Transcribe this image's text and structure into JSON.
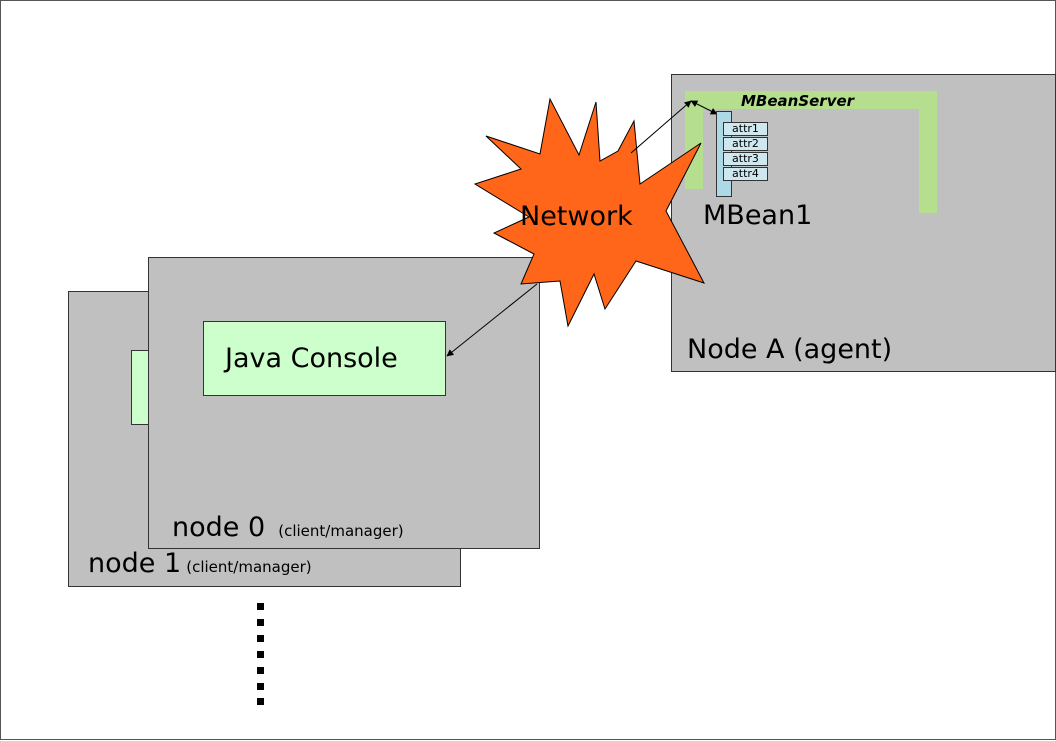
{
  "nodes": {
    "node1": {
      "name": "node 1",
      "role": "(client/manager)"
    },
    "node0": {
      "name": "node 0",
      "role": "(client/manager)"
    },
    "nodeA": {
      "name": "Node A (agent)"
    }
  },
  "java_console": {
    "label": "Java Console"
  },
  "network": {
    "label": "Network"
  },
  "mbean_server": {
    "label": "MBeanServer"
  },
  "mbean": {
    "label": "MBean1",
    "attributes": [
      "attr1",
      "attr2",
      "attr3",
      "attr4"
    ]
  },
  "colors": {
    "node": "#c0c0c0",
    "console": "#ccffcc",
    "mbeanserver": "#b5de8f",
    "network": "#ff6619",
    "mbean": "#add8e6"
  }
}
